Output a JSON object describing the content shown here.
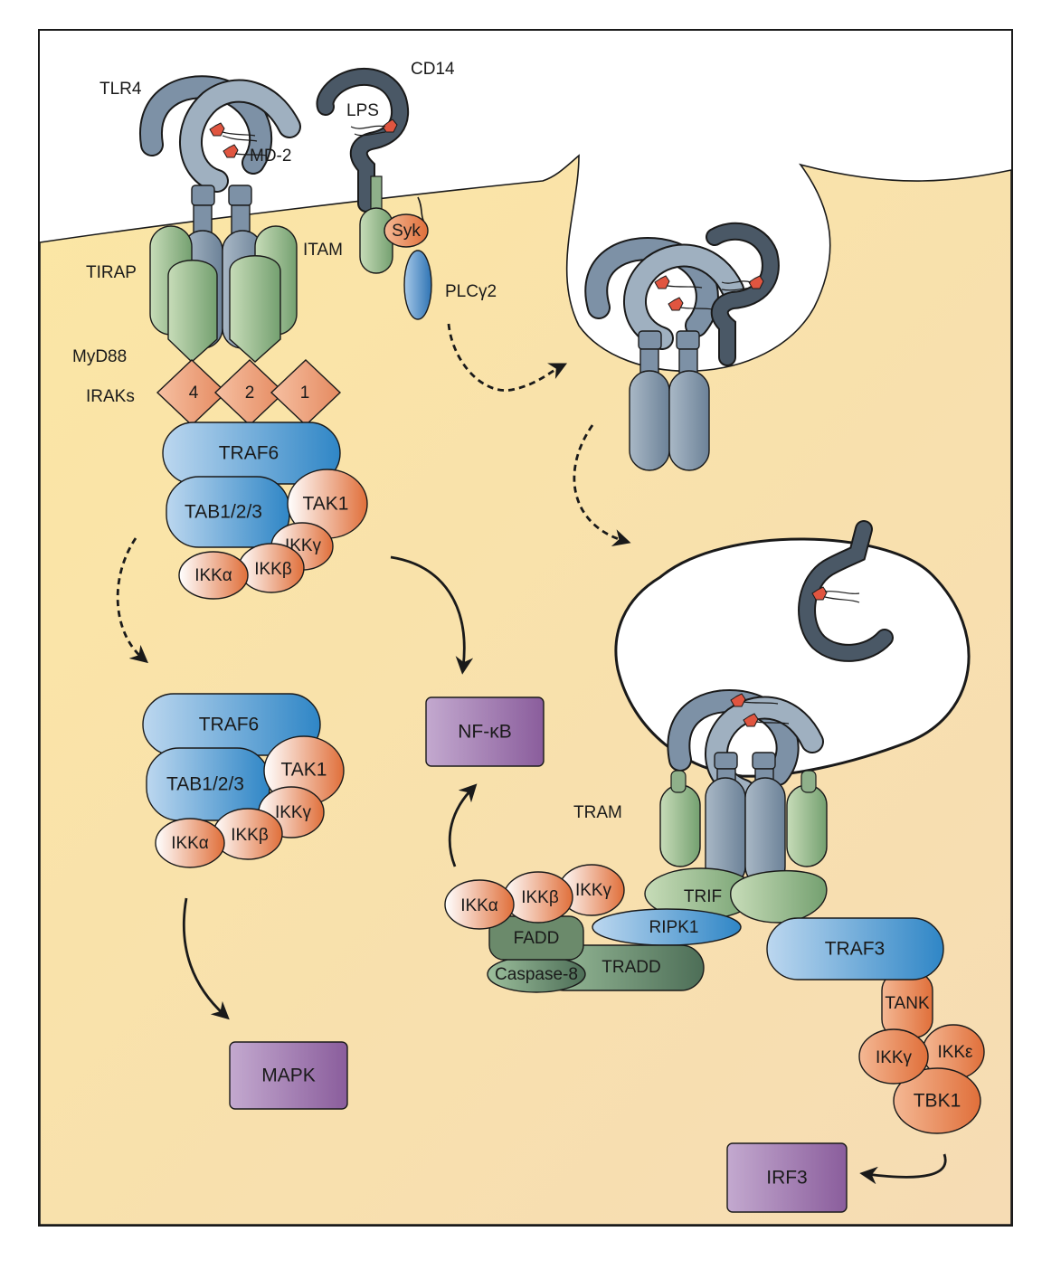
{
  "colors": {
    "cytoplasm": "#f8e4a8",
    "receptor": "#7d91a6",
    "cd14": "#4a5866",
    "adaptor": "#8fb08a",
    "irak": "#e8a07c",
    "traf": "#3d8cc8",
    "kinase": "#e27d4d",
    "effector": "#9a70a8",
    "fadd": "#6b8a6b",
    "lps": "#e05540"
  },
  "labels": {
    "tlr4": "TLR4",
    "cd14": "CD14",
    "lps": "LPS",
    "md2": "MD-2",
    "itam": "ITAM",
    "syk": "Syk",
    "plcg2": "PLCγ2",
    "tirap": "TIRAP",
    "myd88": "MyD88",
    "iraks": "IRAKs",
    "irak4": "4",
    "irak2": "2",
    "irak1": "1",
    "traf6": "TRAF6",
    "tab": "TAB1/2/3",
    "tak1": "TAK1",
    "ikkg": "IKKγ",
    "ikka": "IKKα",
    "ikkb": "IKKβ",
    "nfkb": "NF-κB",
    "mapk": "MAPK",
    "tram": "TRAM",
    "trif": "TRIF",
    "ripk1": "RIPK1",
    "fadd": "FADD",
    "tradd": "TRADD",
    "caspase8": "Caspase-8",
    "traf3": "TRAF3",
    "tank": "TANK",
    "ikke": "IKKε",
    "tbk1": "TBK1",
    "irf3": "IRF3"
  }
}
